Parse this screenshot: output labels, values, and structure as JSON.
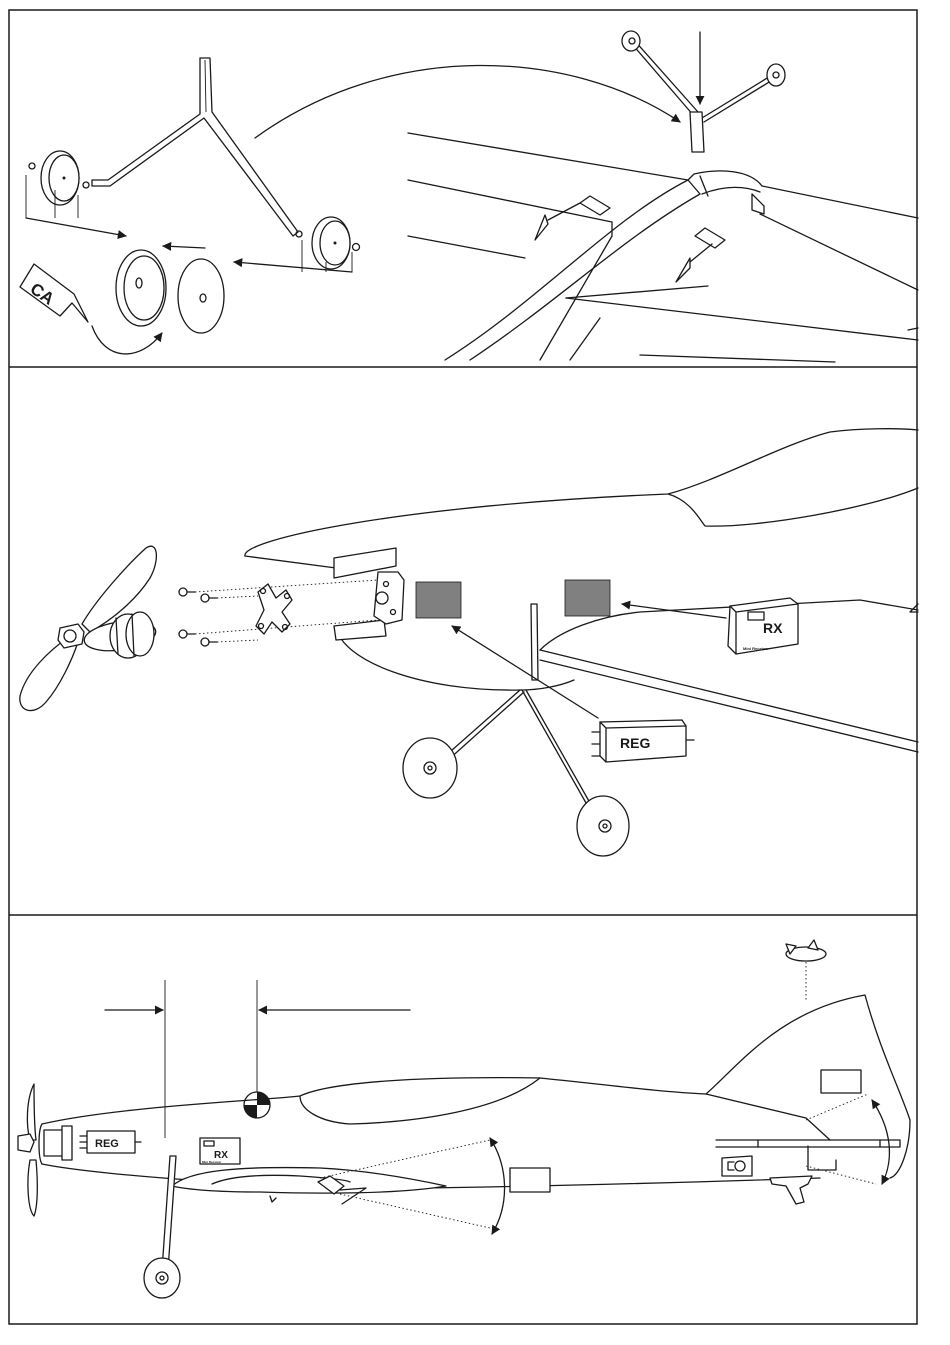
{
  "panels": [
    {
      "id": "landing-gear-assembly"
    },
    {
      "id": "motor-electronics-install"
    },
    {
      "id": "side-view-setup"
    }
  ],
  "labels": {
    "glue_bottle": "CA",
    "receiver": "RX",
    "receiver_small_print": "Mini Receiver",
    "speed_controller": "REG"
  },
  "colors": {
    "line": "#1a1a1a",
    "mount_pad": "#808080",
    "background": "#ffffff"
  }
}
